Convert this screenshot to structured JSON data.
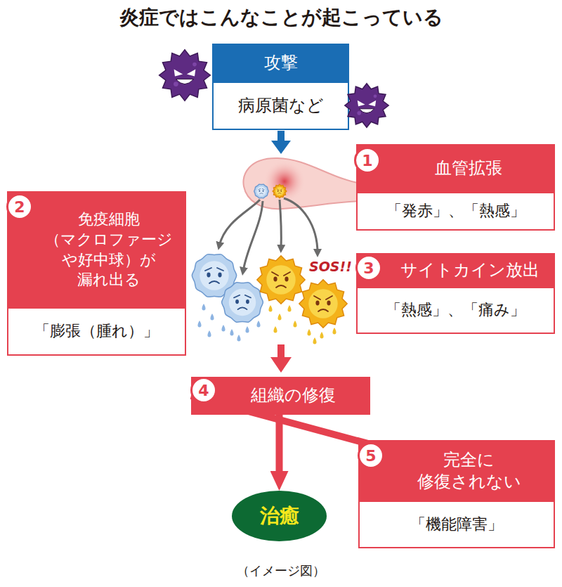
{
  "diagram": {
    "title": "炎症ではこんなことが起こっている",
    "caption": "（イメージ図）",
    "nodes": [
      {
        "text": [
          "攻撃",
          "病原菌など"
        ]
      },
      {
        "text": [
          "血管拡張",
          "「発赤」、「熱感」"
        ]
      },
      {
        "text": [
          "免疫細胞 （マクロファージ や好中球）が 漏れ出る",
          "「膨張（腫れ）」"
        ]
      },
      {
        "text": [
          "サイトカイン放出",
          "「熱感」、「痛み」"
        ]
      },
      {
        "text": [
          "組織の修復"
        ]
      },
      {
        "text": [
          "完全に 修復されない",
          "「機能障害」"
        ]
      },
      {
        "text": [
          "治癒"
        ]
      }
    ],
    "edges": [
      {
        "from": 4,
        "to": 6,
        "arrow": "to"
      },
      {
        "from": 4,
        "to": 5,
        "arrow": "to"
      }
    ],
    "labels": [
      "1",
      "2",
      "3",
      "4",
      "5",
      "SOS!!"
    ]
  }
}
